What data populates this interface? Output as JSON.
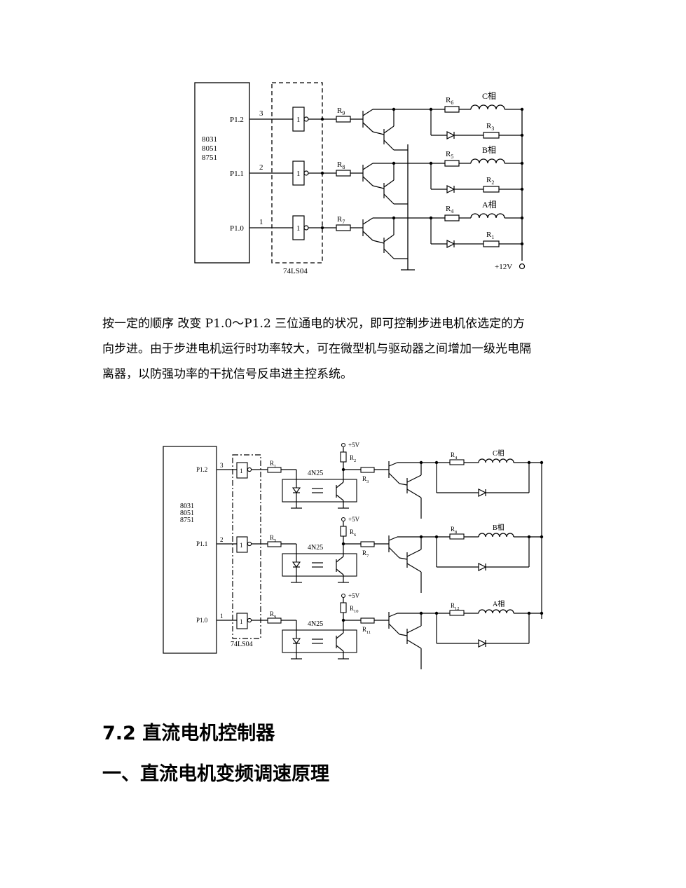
{
  "diagram1": {
    "mcu_labels": [
      "8031",
      "8051",
      "8751"
    ],
    "ports": [
      "P1.2",
      "P1.1",
      "P1.0"
    ],
    "pins": [
      "3",
      "2",
      "1"
    ],
    "gate_label": "1",
    "chip_label": "74LS04",
    "base_resistors": [
      "R9",
      "R8",
      "R7"
    ],
    "series_resistors": [
      "R6",
      "R5",
      "R4"
    ],
    "diode_resistors": [
      "R3",
      "R2",
      "R1"
    ],
    "phases": [
      "C相",
      "B相",
      "A相"
    ],
    "supply": "+12V"
  },
  "paragraph": [
    "按一定的顺序 改变 P1.0～P1.2 三位通电的状况，即可控制步进电机依选定的方",
    "向步进。由于步进电机运行时功率较大，可在微型机与驱动器之间增加一级光电隔",
    "离器，以防强功率的干扰信号反串进主控系统。"
  ],
  "diagram2": {
    "mcu_labels": [
      "8031",
      "8051",
      "8751"
    ],
    "ports": [
      "P1.2",
      "P1.1",
      "P1.0"
    ],
    "pins": [
      "3",
      "2",
      "1"
    ],
    "gate_label": "1",
    "chip_label": "74LS04",
    "opto_label": "4N25",
    "vcc": "+5V",
    "input_resistors": [
      "R1",
      "R5",
      "R9"
    ],
    "pullup_resistors": [
      "R2",
      "R6",
      "R10"
    ],
    "base_resistors": [
      "R3",
      "R7",
      "R11"
    ],
    "coil_resistors": [
      "R4",
      "R8",
      "R12"
    ],
    "phases": [
      "C相",
      "B相",
      "A相"
    ]
  },
  "heading1": {
    "number": "7.2",
    "title": "直流电机控制器"
  },
  "heading2": "一、直流电机变频调速原理"
}
